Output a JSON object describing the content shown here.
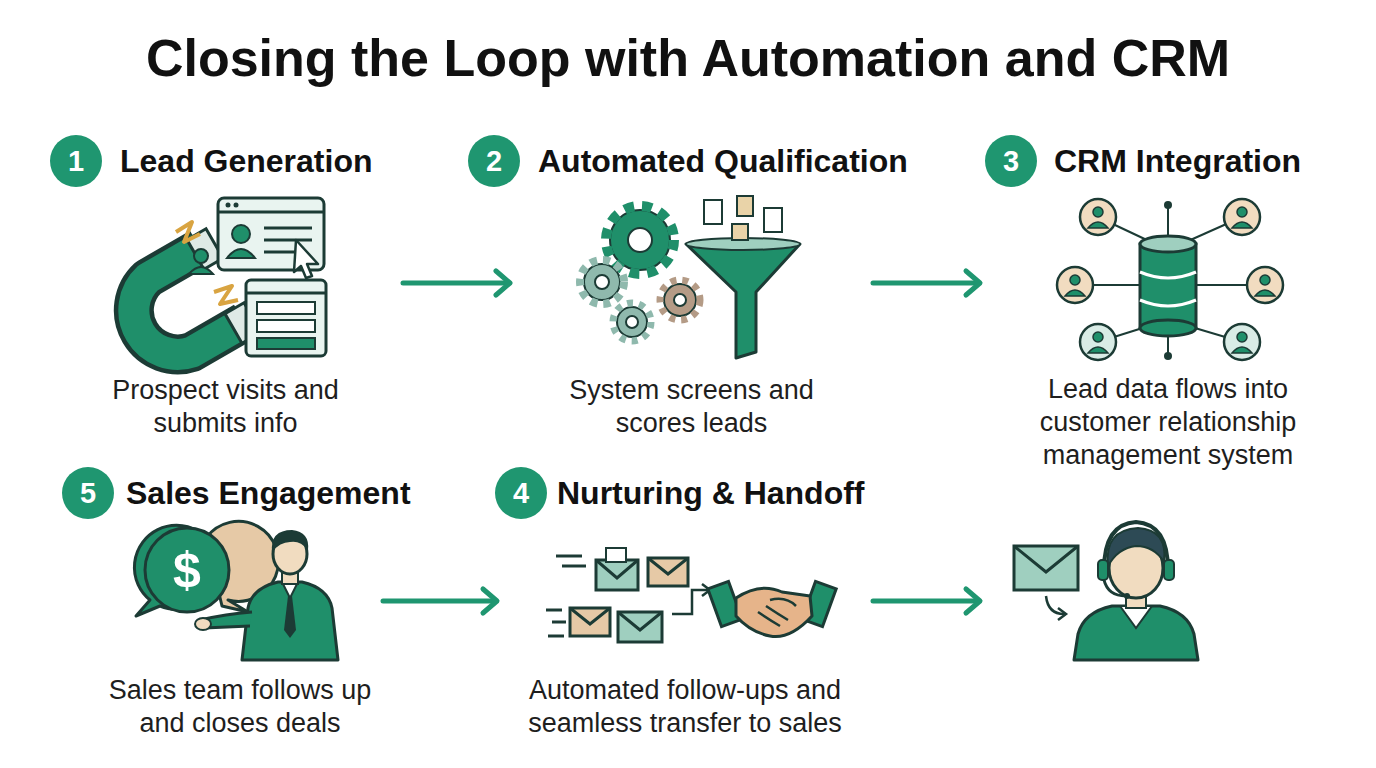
{
  "diagram": {
    "title": "Closing the Loop with Automation and CRM",
    "nodes": [
      {
        "text": [
          "Lead Generation",
          "Prospect visits and submits info"
        ]
      },
      {
        "text": [
          "1"
        ],
        "in": 0
      },
      {
        "text": [
          "Automated Qualification",
          "System screens and scores leads"
        ]
      },
      {
        "text": [
          "2"
        ],
        "in": 2
      },
      {
        "text": [
          "CRM Integration",
          "Lead data flows into customer relationship management system"
        ]
      },
      {
        "text": [
          "3"
        ],
        "in": 4
      },
      {
        "text": [
          "Nurturing & Handoff",
          "Automated follow-ups and seamless transfer to sales"
        ]
      },
      {
        "text": [
          "4"
        ],
        "in": 6
      },
      {
        "text": [
          "Sales Engagement",
          "Sales team follows up and closes deals"
        ]
      },
      {
        "text": [
          "5"
        ],
        "in": 8
      }
    ],
    "edges": [
      {
        "from": 0,
        "to": 2,
        "arrow": "to"
      },
      {
        "from": 2,
        "to": 4,
        "arrow": "to"
      },
      {
        "from": 8,
        "to": 6,
        "arrow": "to"
      }
    ],
    "labels": [
      "$"
    ]
  }
}
